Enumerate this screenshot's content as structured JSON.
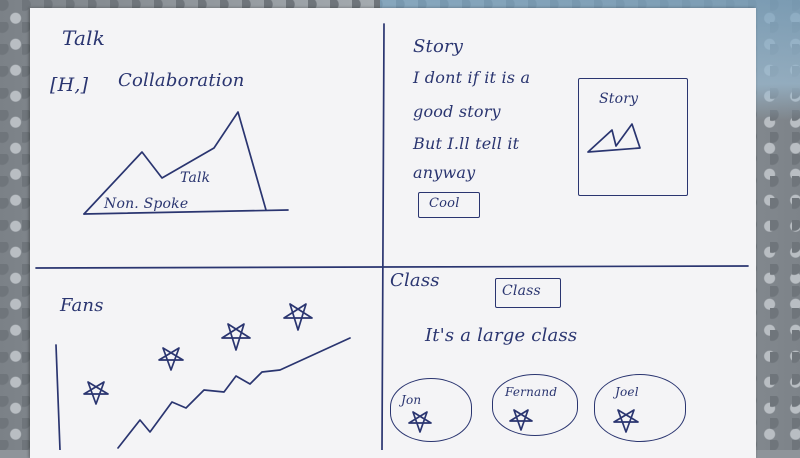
{
  "talk": {
    "title": "Talk",
    "section_prefix": "[H,]",
    "section_title": "Collaboration",
    "chart_label_top": "Talk",
    "chart_label_bottom": "Non. Spoke"
  },
  "story": {
    "title": "Story",
    "line1": "I dont if it is a",
    "line2": "good story",
    "line3": "But I.ll tell it",
    "line4": "anyway",
    "cool_button": "Cool",
    "card_title": "Story"
  },
  "fans": {
    "title": "Fans"
  },
  "class": {
    "title": "Class",
    "button": "Class",
    "headline": "It's a large class",
    "people": [
      "Jon",
      "Fernand",
      "Joel"
    ]
  }
}
